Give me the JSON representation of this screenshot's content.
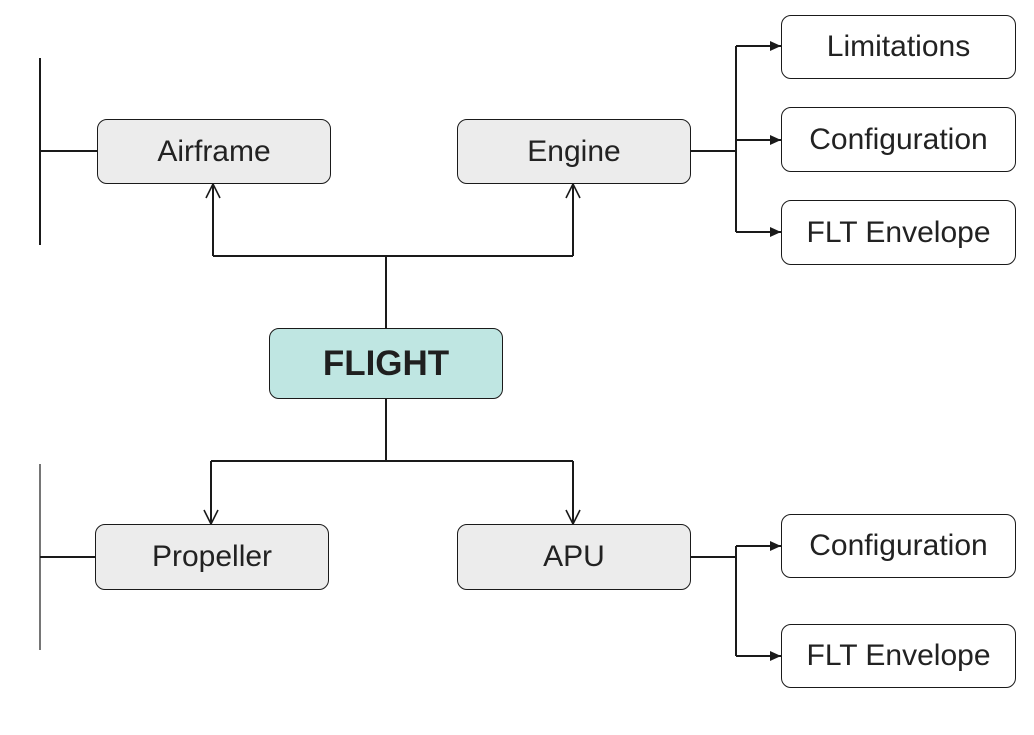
{
  "diagram": {
    "root": {
      "label": "FLIGHT",
      "color": "#bfe6e2"
    },
    "nodes": {
      "airframe": "Airframe",
      "engine": "Engine",
      "propeller": "Propeller",
      "apu": "APU"
    },
    "engine_children": [
      "Limitations",
      "Configuration",
      "FLT Envelope"
    ],
    "apu_children": [
      "Configuration",
      "FLT Envelope"
    ],
    "colors": {
      "node_fill": "#ececec",
      "leaf_fill": "#ffffff",
      "line": "#1a1a1a"
    }
  }
}
